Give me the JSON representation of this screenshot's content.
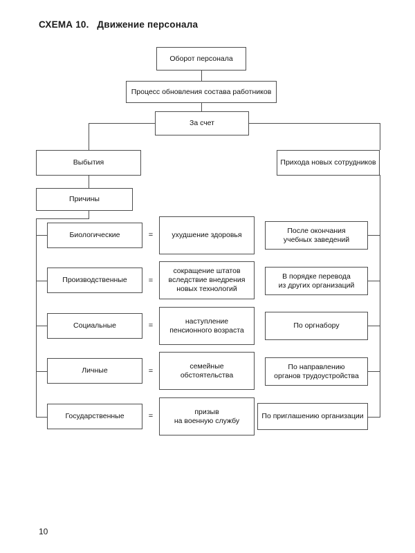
{
  "page": {
    "title": "СХЕМА 10.   Движение персонала",
    "page_number": "10"
  },
  "diagram": {
    "type": "organizational-flow-chart",
    "root": "Оборот персонала",
    "nodes": {
      "root": "Оборот персонала",
      "process": "Процесс обновления состава работников",
      "at_expense": "За счет",
      "departures": "Выбытия",
      "causes": "Причины",
      "arrivals": "Прихода новых сотрудников"
    },
    "equals_sign": "=",
    "cause_rows": [
      {
        "category": "Биологические",
        "equals": "=",
        "detail_lines": [
          "ухудшение здоровья"
        ],
        "arrival_lines": [
          "После окончания",
          "учебных заведений"
        ]
      },
      {
        "category": "Производственные",
        "equals": "=",
        "detail_lines": [
          "сокращение штатов",
          "вследствие внедрения",
          "новых технологий"
        ],
        "arrival_lines": [
          "В порядке перевода",
          "из других организаций"
        ]
      },
      {
        "category": "Социальные",
        "equals": "=",
        "detail_lines": [
          "наступление",
          "пенсионного возраста"
        ],
        "arrival_lines": [
          "По оргнабору"
        ]
      },
      {
        "category": "Личные",
        "equals": "=",
        "detail_lines": [
          "семейные",
          "обстоятельства"
        ],
        "arrival_lines": [
          "По направлению",
          "органов трудоустройства"
        ]
      },
      {
        "category": "Государственные",
        "equals": "=",
        "detail_lines": [
          "призыв",
          "на военную службу"
        ],
        "arrival_lines": [
          "По приглашению организации"
        ]
      }
    ],
    "colors": {
      "stroke": "#4d4d4d",
      "background": "#ffffff",
      "text": "#111111"
    }
  }
}
